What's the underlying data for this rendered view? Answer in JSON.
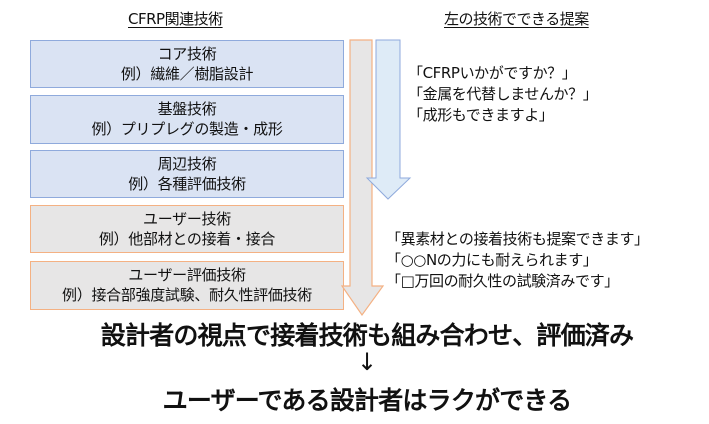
{
  "headers": {
    "left": "CFRP関連技術",
    "right": "左の技術でできる提案"
  },
  "tech_boxes": [
    {
      "title": "コア技術",
      "example": "例）繊維／樹脂設計",
      "category": "CFRP"
    },
    {
      "title": "基盤技術",
      "example": "例）プリプレグの製造・成形",
      "category": "CFRP"
    },
    {
      "title": "周辺技術",
      "example": "例）各種評価技術",
      "category": "CFRP"
    },
    {
      "title": "ユーザー技術",
      "example": "例）他部材との接着・接合",
      "category": "user"
    },
    {
      "title": "ユーザー評価技術",
      "example": "例）接合部強度試験、耐久性評価技術",
      "category": "user"
    }
  ],
  "proposals_cfrp": [
    "「CFRPいかがですか？」",
    "「金属を代替しませんか？」",
    "「成形もできますよ」"
  ],
  "proposals_user": [
    "「異素材との接着技術も提案できます」",
    "「○○Nの力にも耐えられます」",
    "「□万回の耐久性の試験済みです」"
  ],
  "conclusion": {
    "line1": "設計者の視点で接着技術も組み合わせ、評価済み",
    "arrow": "↓",
    "line2": "ユーザーである設計者はラクができる"
  },
  "colors": {
    "blue_fill": "#dae3f3",
    "blue_border": "#8faadc",
    "orange_border": "#f4b183",
    "gray_fill": "#e7e6e6",
    "arrow_blue_fill": "#deebf7"
  }
}
